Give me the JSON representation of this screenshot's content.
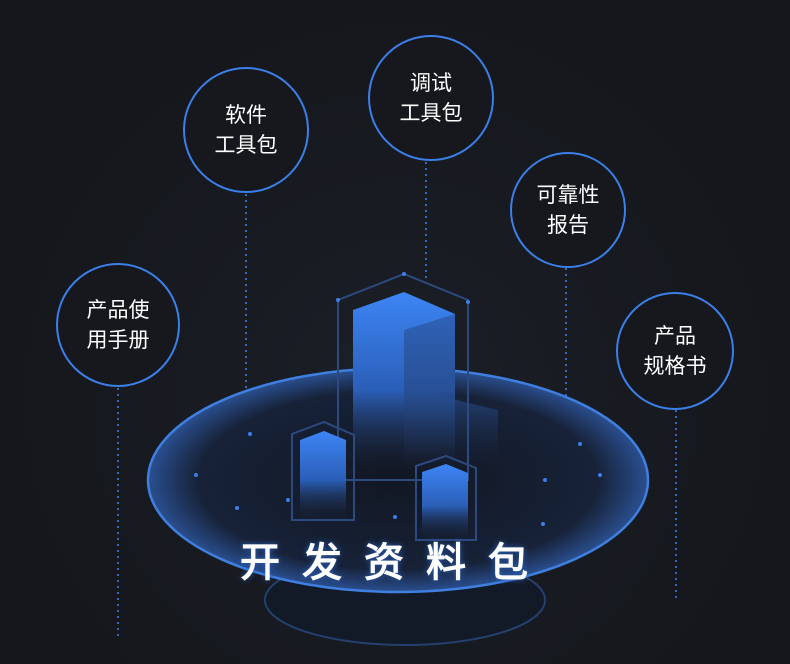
{
  "title": "开发资料包",
  "bubbles": [
    {
      "line1": "产品使",
      "line2": "用手册"
    },
    {
      "line1": "软件",
      "line2": "工具包"
    },
    {
      "line1": "调试",
      "line2": "工具包"
    },
    {
      "line1": "可靠性",
      "line2": "报告"
    },
    {
      "line1": "产品",
      "line2": "规格书"
    }
  ],
  "colors": {
    "accent": "#3b7fe8",
    "background": "#15171c",
    "building": "#3d85f5"
  }
}
